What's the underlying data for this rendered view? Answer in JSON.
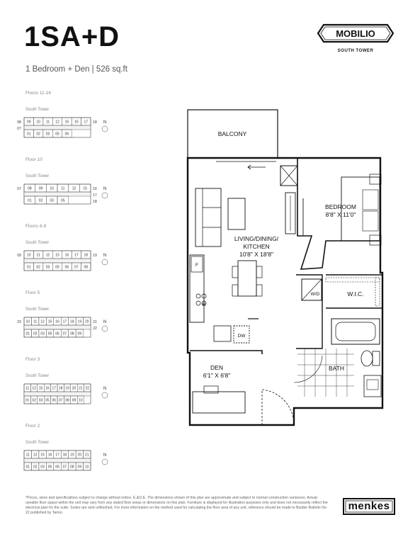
{
  "header": {
    "unit_name": "1SA+D",
    "subtitle": "1 Bedroom + Den   |   526 sq.ft"
  },
  "brand": {
    "name": "MOBILIO",
    "tower": "SOUTH TOWER"
  },
  "keyplans": [
    {
      "floor": "Floors 11-16",
      "tower": "South Tower",
      "top_units": [
        "09",
        "10",
        "11",
        "12",
        "15",
        "16",
        "17"
      ],
      "bottom_units": [
        "01",
        "02",
        "03",
        "05",
        "06"
      ],
      "right_units": [
        "18"
      ],
      "left_units": [
        "08",
        "07"
      ]
    },
    {
      "floor": "Floor 10",
      "tower": "South Tower",
      "top_units": [
        "08",
        "09",
        "10",
        "11",
        "12",
        "15"
      ],
      "bottom_units": [
        "01",
        "02",
        "03",
        "05"
      ],
      "right_units": [
        "16",
        "17",
        "18"
      ],
      "left_units": [
        "07"
      ]
    },
    {
      "floor": "Floors 6-9",
      "tower": "South Tower",
      "top_units": [
        "10",
        "11",
        "12",
        "15",
        "16",
        "17",
        "18"
      ],
      "bottom_units": [
        "01",
        "02",
        "03",
        "05",
        "06",
        "07",
        "08"
      ],
      "right_units": [
        "19"
      ],
      "left_units": [
        "09"
      ]
    },
    {
      "floor": "Floor 5",
      "tower": "South Tower",
      "top_units": [
        "10",
        "11",
        "12",
        "15",
        "16",
        "17",
        "18",
        "19",
        "20"
      ],
      "bottom_units": [
        "01",
        "02",
        "03",
        "05",
        "06",
        "07",
        "08",
        "09"
      ],
      "right_units": [
        "21",
        "22"
      ],
      "left_units": [
        "23"
      ]
    },
    {
      "floor": "Floor 3",
      "tower": "South Tower",
      "top_units": [
        "11",
        "12",
        "15",
        "16",
        "17",
        "18",
        "19",
        "20",
        "21",
        "22"
      ],
      "bottom_units": [
        "01",
        "02",
        "03",
        "05",
        "06",
        "07",
        "08",
        "09",
        "10"
      ],
      "right_units": [],
      "left_units": []
    },
    {
      "floor": "Floor 2",
      "tower": "South Tower",
      "top_units": [
        "11",
        "12",
        "15",
        "16",
        "17",
        "18",
        "19",
        "20",
        "21"
      ],
      "bottom_units": [
        "01",
        "02",
        "03",
        "05",
        "06",
        "07",
        "08",
        "09",
        "10"
      ],
      "right_units": [],
      "left_units": []
    }
  ],
  "compass": {
    "north": "N"
  },
  "plan": {
    "rooms": {
      "balcony": "BALCONY",
      "living_line1": "LIVING/DINING/",
      "living_line2": "KITCHEN",
      "living_dims": "10'8\" X 18'8\"",
      "bedroom": "BEDROOM",
      "bedroom_dims": "8'8\" X 11'0\"",
      "den": "DEN",
      "den_dims": "6'1\" X 6'8\"",
      "wic": "W.I.C.",
      "bath": "BATH"
    },
    "fixtures": {
      "fridge": "F",
      "range": "R",
      "dishwasher": "DW",
      "washer_dryer": "W/D"
    }
  },
  "disclaimer": "*Prices, sizes and specifications subject to change without notice. E.&O.E. The dimensions shown of this plan are approximate and subject to normal construction variances. Actual useable floor space within the unit may vary from any stated floor areas or dimensions on this plan. Furniture is displayed for illustration purposes only and does not necessarily reflect the electrical plan for the suite. Suites are sold unfinished. For more information on the method used for calculating the floor area of any unit, reference should be made to Builder Bulletin No. 22 published by Tarion.",
  "builder": {
    "name": "menkes"
  }
}
